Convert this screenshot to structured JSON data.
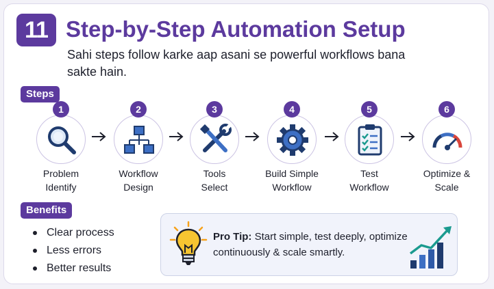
{
  "header": {
    "number": "11",
    "title": "Step-by-Step Automation Setup",
    "subtitle": "Sahi steps follow karke aap asani se powerful workflows bana sakte hain."
  },
  "steps_label": "Steps",
  "steps": [
    {
      "num": "1",
      "label_line1": "Problem",
      "label_line2": "Identify",
      "icon": "magnifier-icon"
    },
    {
      "num": "2",
      "label_line1": "Workflow",
      "label_line2": "Design",
      "icon": "flowchart-icon"
    },
    {
      "num": "3",
      "label_line1": "Tools",
      "label_line2": "Select",
      "icon": "tools-icon"
    },
    {
      "num": "4",
      "label_line1": "Build Simple",
      "label_line2": "Workflow",
      "icon": "gear-icon"
    },
    {
      "num": "5",
      "label_line1": "Test",
      "label_line2": "Workflow",
      "icon": "checklist-icon"
    },
    {
      "num": "6",
      "label_line1": "Optimize &",
      "label_line2": "Scale",
      "icon": "gauge-icon"
    }
  ],
  "benefits_label": "Benefits",
  "benefits": [
    "Clear process",
    "Less errors",
    "Better results"
  ],
  "tip": {
    "label": "Pro Tip:",
    "text": "Start simple, test deeply, optimize continuously & scale smartly."
  },
  "colors": {
    "accent": "#5c3a9e",
    "icon_navy": "#1f3b6e",
    "icon_blue": "#3d6fc4",
    "bulb_yellow": "#f7c531",
    "growth_teal": "#1a9a8f"
  }
}
